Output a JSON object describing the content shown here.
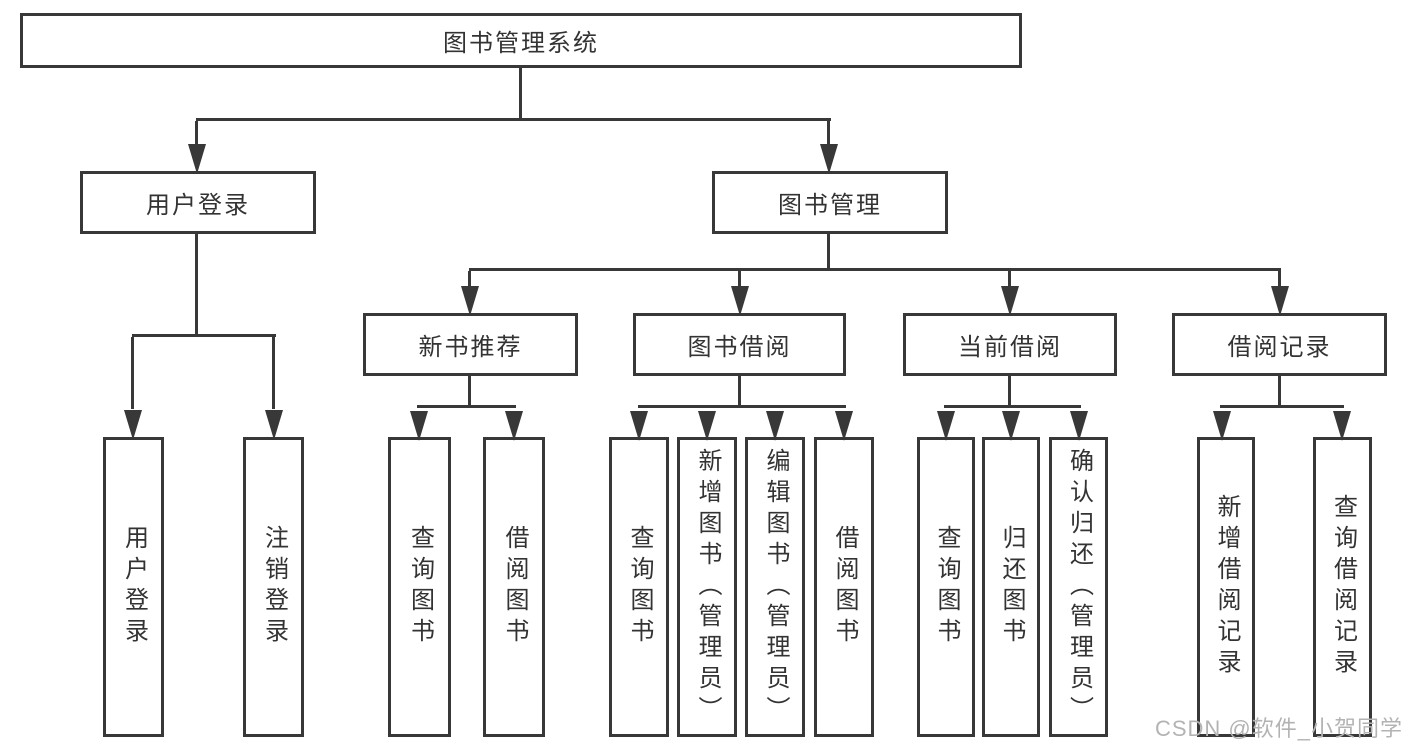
{
  "colors": {
    "line": "#383838",
    "text": "#333333",
    "watermark": "#b3b3b3",
    "box_fill": "#ffffff"
  },
  "watermark": "CSDN @软件_小贺同学",
  "tree": {
    "label": "图书管理系统",
    "children": [
      {
        "label": "用户登录",
        "children": [
          {
            "label": "用户登录"
          },
          {
            "label": "注销登录"
          }
        ]
      },
      {
        "label": "图书管理",
        "children": [
          {
            "label": "新书推荐",
            "children": [
              {
                "label": "查询图书"
              },
              {
                "label": "借阅图书"
              }
            ]
          },
          {
            "label": "图书借阅",
            "children": [
              {
                "label": "查询图书"
              },
              {
                "label": "新增图书（管理员）"
              },
              {
                "label": "编辑图书（管理员）"
              },
              {
                "label": "借阅图书"
              }
            ]
          },
          {
            "label": "当前借阅",
            "children": [
              {
                "label": "查询图书"
              },
              {
                "label": "归还图书"
              },
              {
                "label": "确认归还（管理员）"
              }
            ]
          },
          {
            "label": "借阅记录",
            "children": [
              {
                "label": "新增借阅记录"
              },
              {
                "label": "查询借阅记录"
              }
            ]
          }
        ]
      }
    ]
  }
}
